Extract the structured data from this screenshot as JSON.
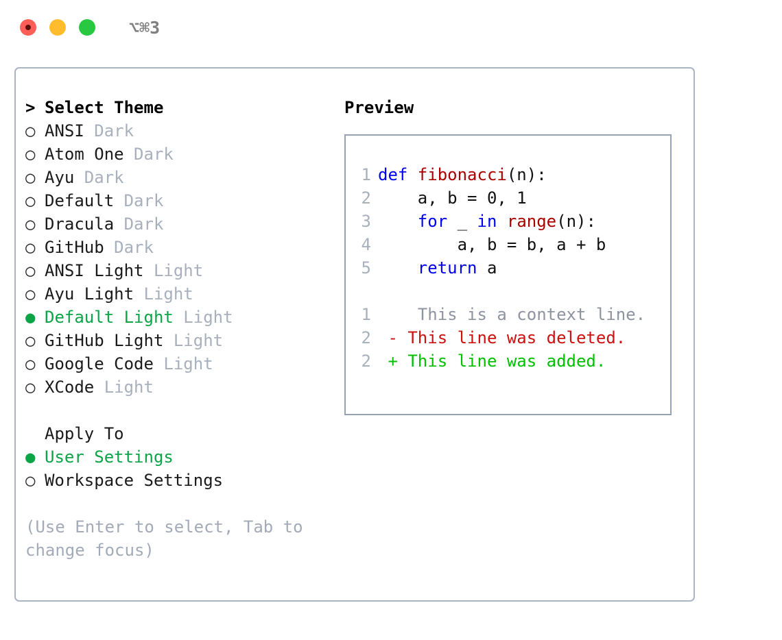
{
  "titlebar": {
    "dots": [
      "close-dot",
      "minimize-dot",
      "maximize-dot"
    ],
    "shortcut": "⌥⌘3"
  },
  "theme_panel": {
    "header": {
      "caret": ">",
      "label": "Select Theme"
    },
    "bullet_unselected": "○",
    "bullet_selected": "●",
    "items": [
      {
        "name": "ANSI",
        "variant": "Dark",
        "selected": false
      },
      {
        "name": "Atom One",
        "variant": "Dark",
        "selected": false
      },
      {
        "name": "Ayu",
        "variant": "Dark",
        "selected": false
      },
      {
        "name": "Default",
        "variant": "Dark",
        "selected": false
      },
      {
        "name": "Dracula",
        "variant": "Dark",
        "selected": false
      },
      {
        "name": "GitHub",
        "variant": "Dark",
        "selected": false
      },
      {
        "name": "ANSI Light",
        "variant": "Light",
        "selected": false
      },
      {
        "name": "Ayu Light",
        "variant": "Light",
        "selected": false
      },
      {
        "name": "Default Light",
        "variant": "Light",
        "selected": true
      },
      {
        "name": "GitHub Light",
        "variant": "Light",
        "selected": false
      },
      {
        "name": "Google Code",
        "variant": "Light",
        "selected": false
      },
      {
        "name": "XCode",
        "variant": "Light",
        "selected": false
      }
    ]
  },
  "apply_to": {
    "title": "Apply To",
    "options": [
      {
        "label": "User Settings",
        "selected": true
      },
      {
        "label": "Workspace Settings",
        "selected": false
      }
    ]
  },
  "hint": "(Use Enter to select, Tab to change focus)",
  "preview": {
    "title": "Preview",
    "code_lines": [
      {
        "no": "1",
        "tokens": [
          {
            "t": "def ",
            "k": "kw"
          },
          {
            "t": "fibonacci",
            "k": "fn"
          },
          {
            "t": "(n):",
            "k": "txt"
          }
        ]
      },
      {
        "no": "2",
        "tokens": [
          {
            "t": "    a, b = 0, 1",
            "k": "txt"
          }
        ]
      },
      {
        "no": "3",
        "tokens": [
          {
            "t": "    ",
            "k": "txt"
          },
          {
            "t": "for",
            "k": "kw"
          },
          {
            "t": " _ ",
            "k": "txt"
          },
          {
            "t": "in",
            "k": "kw"
          },
          {
            "t": " ",
            "k": "txt"
          },
          {
            "t": "range",
            "k": "fn"
          },
          {
            "t": "(n):",
            "k": "txt"
          }
        ]
      },
      {
        "no": "4",
        "tokens": [
          {
            "t": "        a, b = b, a + b",
            "k": "txt"
          }
        ]
      },
      {
        "no": "5",
        "tokens": [
          {
            "t": "    ",
            "k": "txt"
          },
          {
            "t": "return",
            "k": "kw"
          },
          {
            "t": " a",
            "k": "txt"
          }
        ]
      }
    ],
    "diff_lines": [
      {
        "no": "1",
        "marker": " ",
        "text": "  This is a context line.",
        "kind": "ctx"
      },
      {
        "no": "2",
        "marker": "-",
        "text": " This line was deleted.",
        "kind": "del"
      },
      {
        "no": "2",
        "marker": "+",
        "text": " This line was added.",
        "kind": "add"
      }
    ]
  },
  "colors": {
    "accent_green": "#0ba548",
    "keyword_blue": "#0000ee",
    "function_red": "#aa0000",
    "diff_delete": "#cc1111",
    "diff_add": "#00c000",
    "muted_grey": "#a8b0bd",
    "border": "#aab4c4"
  }
}
